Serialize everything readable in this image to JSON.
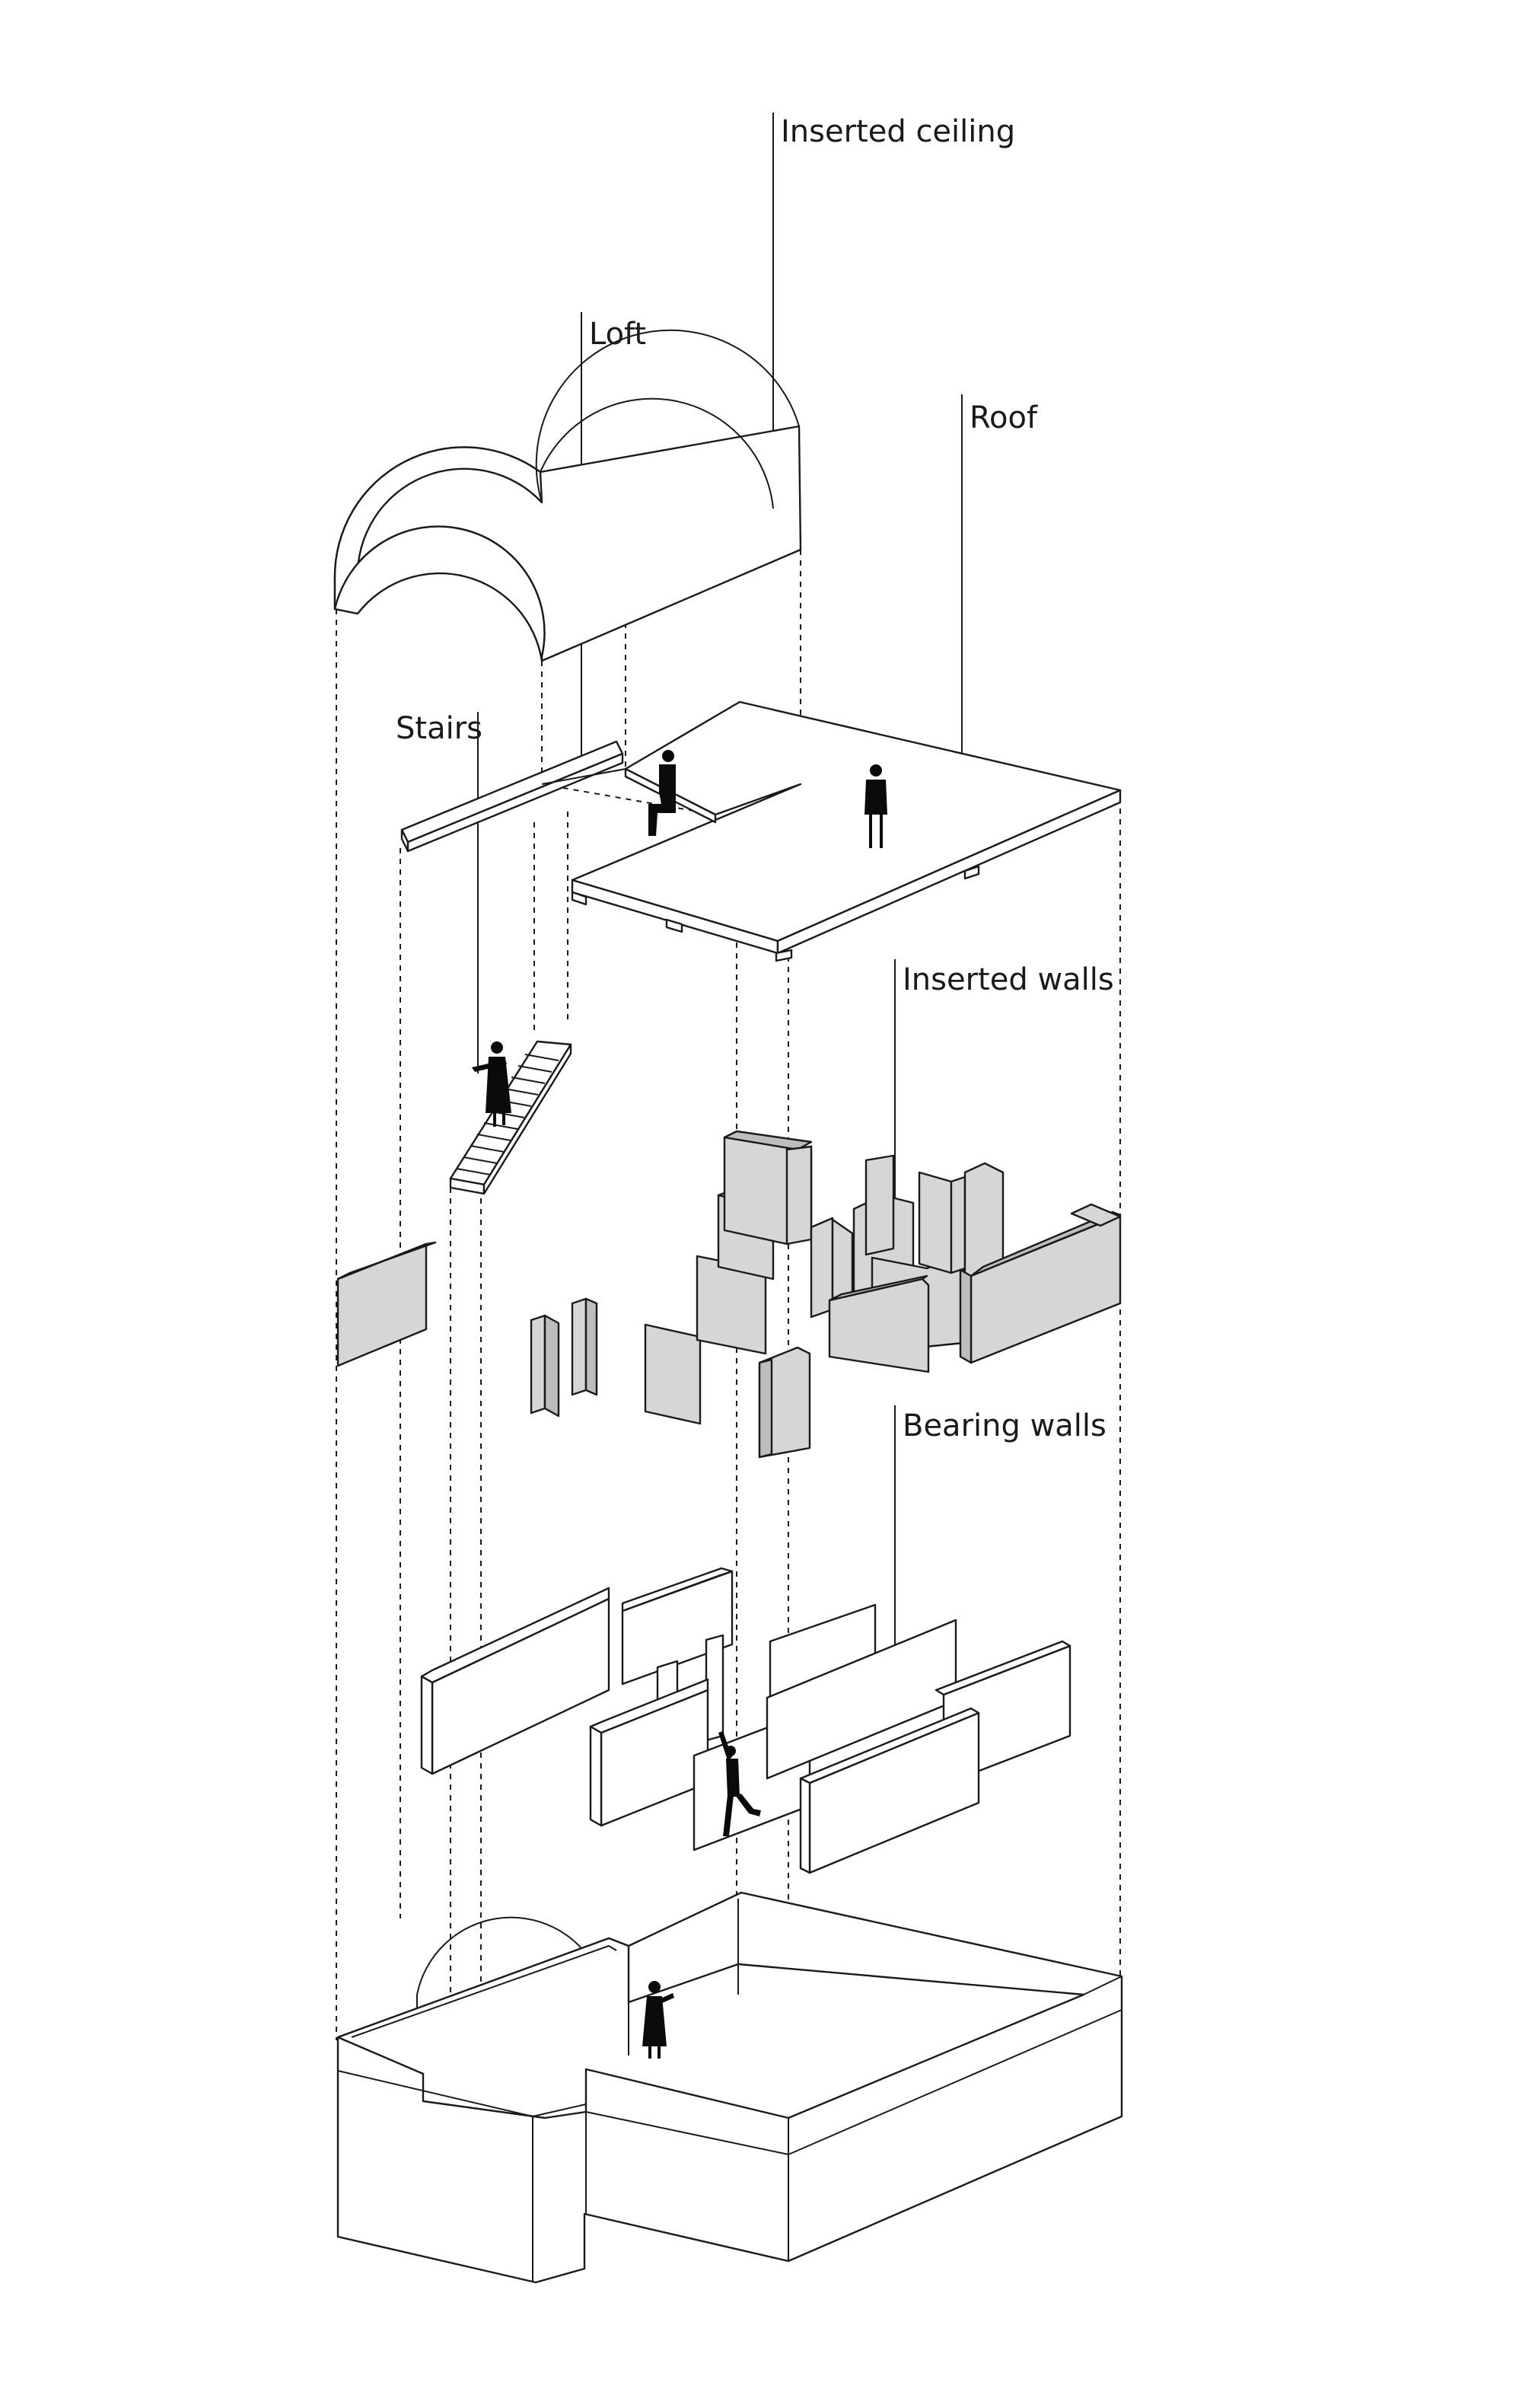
{
  "labels": {
    "inserted_ceiling": "Inserted ceiling",
    "loft": "Loft",
    "roof": "Roof",
    "stairs": "Stairs",
    "inserted_walls": "Inserted walls",
    "bearing_walls": "Bearing walls"
  },
  "colors": {
    "line": "#1a1a1a",
    "inserted_wall_fill": "#d6d6d6",
    "inserted_wall_shade": "#bdbdbd",
    "figure": "#0a0a0a",
    "background": "#ffffff"
  }
}
